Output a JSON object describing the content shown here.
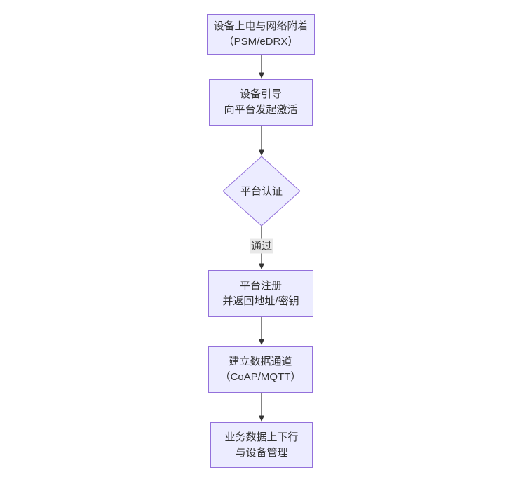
{
  "diagram": {
    "type": "flowchart",
    "direction": "top-down",
    "nodes": {
      "power_attach": {
        "line1": "设备上电与网络附着",
        "line2": "（PSM/eDRX）"
      },
      "bootstrap": {
        "line1": "设备引导",
        "line2": "向平台发起激活"
      },
      "auth": {
        "label": "平台认证",
        "shape": "diamond"
      },
      "register": {
        "line1": "平台注册",
        "line2": "并返回地址/密钥"
      },
      "channel": {
        "line1": "建立数据通道",
        "line2": "（CoAP/MQTT）"
      },
      "business": {
        "line1": "业务数据上下行",
        "line2": "与设备管理"
      }
    },
    "edges": [
      {
        "from": "power_attach",
        "to": "bootstrap",
        "label": ""
      },
      {
        "from": "bootstrap",
        "to": "auth",
        "label": ""
      },
      {
        "from": "auth",
        "to": "register",
        "label": "通过"
      },
      {
        "from": "register",
        "to": "channel",
        "label": ""
      },
      {
        "from": "channel",
        "to": "business",
        "label": ""
      }
    ],
    "edge_labels": {
      "pass": "通过"
    },
    "colors": {
      "node_fill": "#ECECFF",
      "node_border": "#9370DB",
      "edge": "#333333",
      "label_bg": "#e8e8e8",
      "text": "#333333"
    }
  }
}
